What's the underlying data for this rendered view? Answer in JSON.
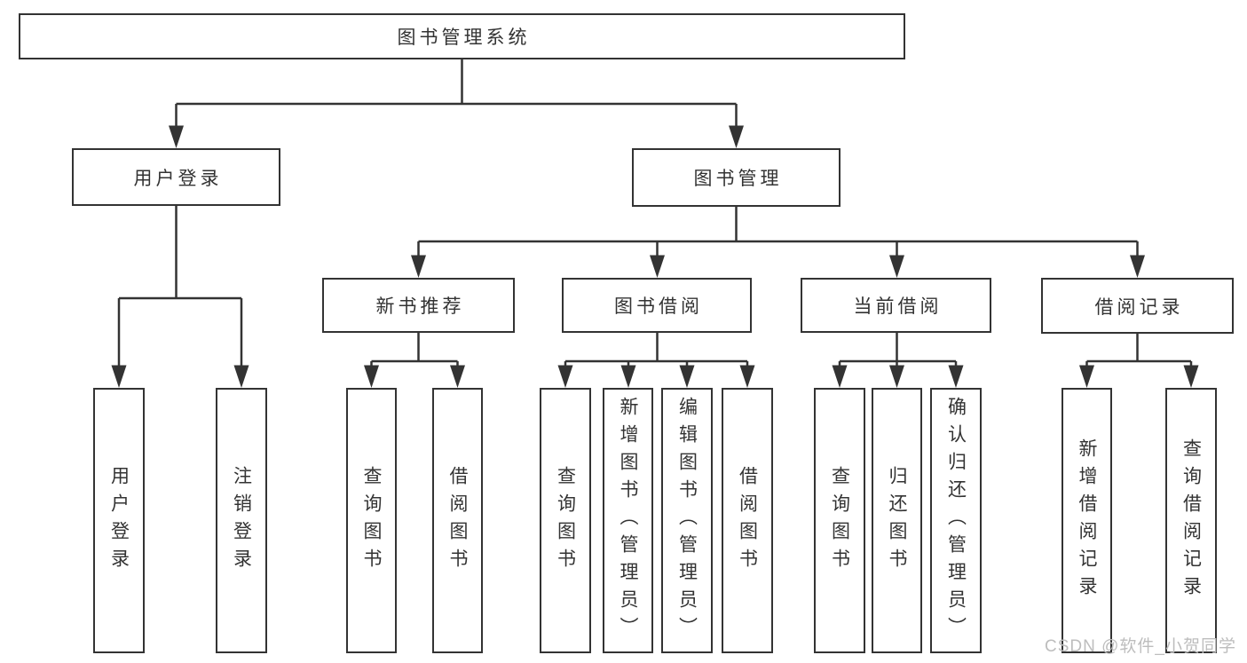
{
  "diagram_title": "图书管理系统",
  "tree": {
    "root": {
      "label": "图书管理系统",
      "children": [
        {
          "label": "用户登录",
          "children": [
            {
              "label": "用户登录"
            },
            {
              "label": "注销登录"
            }
          ]
        },
        {
          "label": "图书管理",
          "children": [
            {
              "label": "新书推荐",
              "children": [
                {
                  "label": "查询图书"
                },
                {
                  "label": "借阅图书"
                }
              ]
            },
            {
              "label": "图书借阅",
              "children": [
                {
                  "label": "查询图书"
                },
                {
                  "label": "新增图书（管理员）"
                },
                {
                  "label": "编辑图书（管理员）"
                },
                {
                  "label": "借阅图书"
                }
              ]
            },
            {
              "label": "当前借阅",
              "children": [
                {
                  "label": "查询图书"
                },
                {
                  "label": "归还图书"
                },
                {
                  "label": "确认归还（管理员）"
                }
              ]
            },
            {
              "label": "借阅记录",
              "children": [
                {
                  "label": "新增借阅记录"
                },
                {
                  "label": "查询借阅记录"
                }
              ]
            }
          ]
        }
      ]
    }
  },
  "watermark": {
    "text": "CSDN @软件_小贺同学",
    "color": "#bdbdbd"
  },
  "colors": {
    "line": "#333333",
    "box_border": "#333333",
    "text": "#333333",
    "background": "#ffffff"
  }
}
